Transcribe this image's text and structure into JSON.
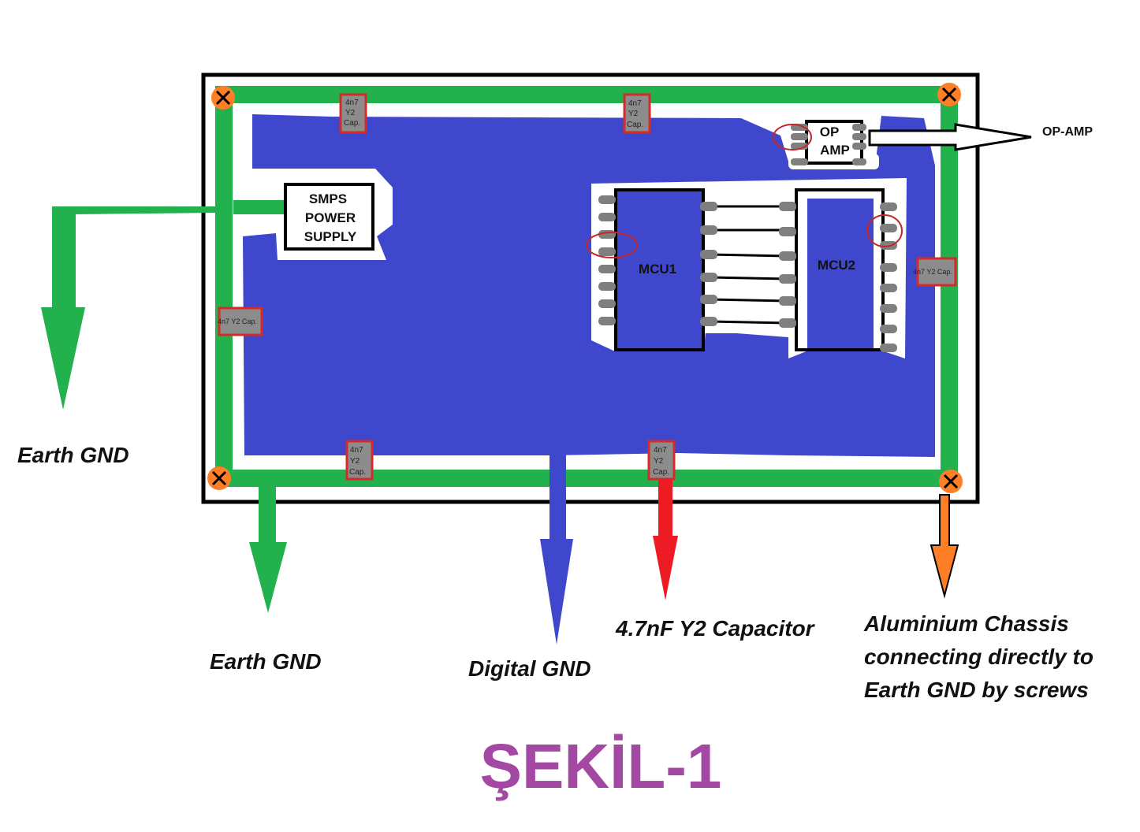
{
  "figure_title": "ŞEKİL-1",
  "colors": {
    "earth": "#22b14c",
    "digital": "#3f48cc",
    "capacitor_line": "#ed1c24",
    "chassis": "#ff7f27",
    "title": "#a349a4",
    "pad": "#7f7f7f",
    "highlight": "#c3272b"
  },
  "labels": {
    "earth_gnd_left": "Earth GND",
    "earth_gnd_bottom": "Earth GND",
    "digital_gnd": "Digital GND",
    "capacitor": "4.7nF Y2 Capacitor",
    "chassis_line1": "Aluminium Chassis",
    "chassis_line2": "connecting directly to",
    "chassis_line3": "Earth GND by screws",
    "opamp_external": "OP-AMP"
  },
  "components": {
    "smps_line1": "SMPS",
    "smps_line2": "POWER",
    "smps_line3": "SUPPLY",
    "opamp_line1": "OP",
    "opamp_line2": "AMP",
    "mcu1": "MCU1",
    "mcu2": "MCU2"
  },
  "capacitors": {
    "top_left": [
      "4n7",
      "Y2",
      "Cap."
    ],
    "top_mid": [
      "4n7",
      "Y2",
      "Cap."
    ],
    "left": "4n7 Y2 Cap.",
    "right": "4n7 Y2 Cap.",
    "bottom_left": [
      "4n7",
      "Y2",
      "Cap."
    ],
    "bottom_mid": [
      "4n7",
      "Y2",
      "Cap."
    ]
  },
  "icons": {
    "screw": "screw-icon",
    "arrow": "arrow-down-icon"
  }
}
